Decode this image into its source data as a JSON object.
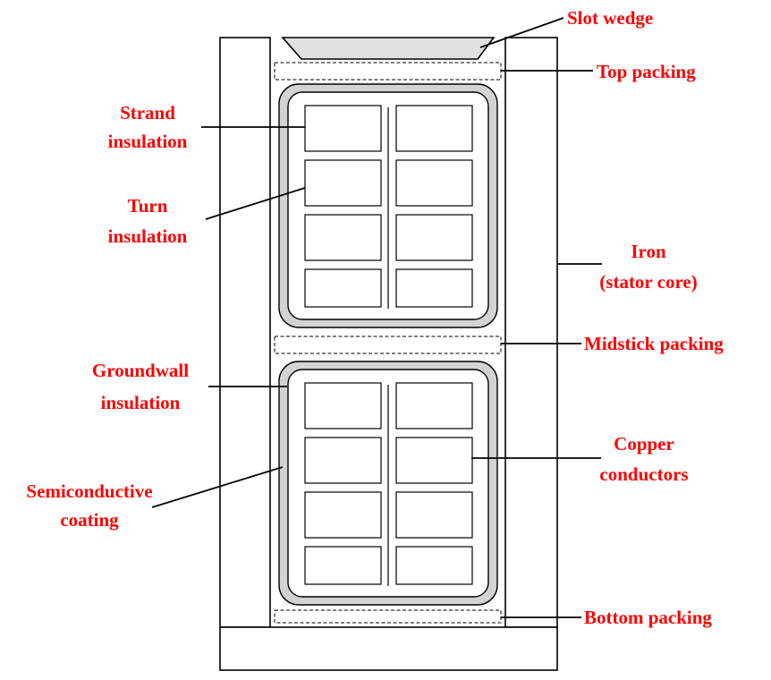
{
  "labels": {
    "slot_wedge": "Slot wedge",
    "top_packing": "Top packing",
    "strand_insulation": [
      "Strand",
      "insulation"
    ],
    "turn_insulation": [
      "Turn",
      "insulation"
    ],
    "iron": [
      "Iron",
      "(stator core)"
    ],
    "midstick_packing": "Midstick packing",
    "groundwall_insulation": [
      "Groundwall",
      "insulation"
    ],
    "copper_conductors": [
      "Copper",
      "conductors"
    ],
    "semiconductive_coating": [
      "Semiconductive",
      "coating"
    ],
    "bottom_packing": "Bottom packing"
  },
  "colors": {
    "label_text": "#ff0000",
    "outline": "#000000",
    "groundwall_fill": "#d3d3d3",
    "background": "#ffffff"
  },
  "structure": {
    "coil_count": 2,
    "strand_rows_per_coil": 4,
    "strand_columns_per_coil": 2
  }
}
